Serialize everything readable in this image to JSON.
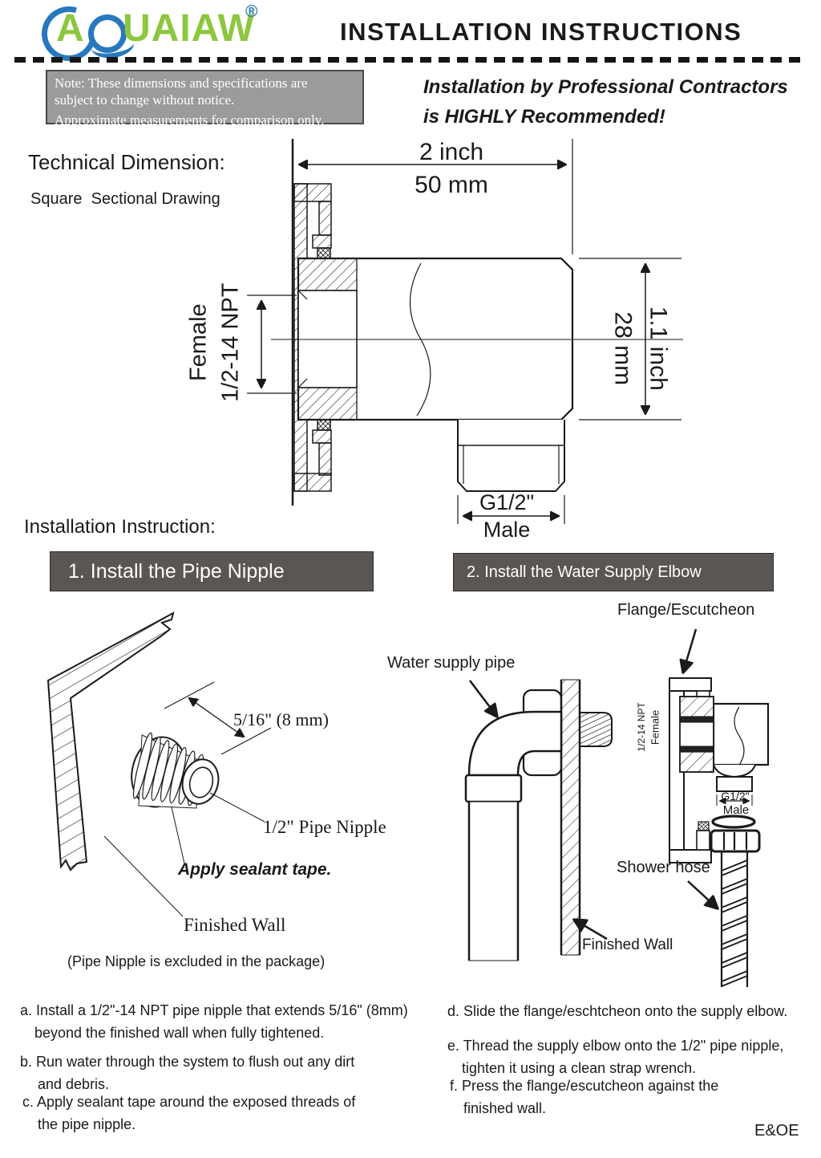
{
  "header": {
    "brand_a": "A",
    "brand_rest": "UAIAW",
    "registered": "®",
    "title": "INSTALLATION INSTRUCTIONS"
  },
  "note": {
    "line1": "Note: These dimensions and specifications are",
    "line2": "subject to change without notice.",
    "line3": "Approximate measurements for comparison only."
  },
  "recommendation": {
    "line1": "Installation by Professional Contractors",
    "line2": "is HIGHLY Recommended!"
  },
  "technical": {
    "heading": "Technical Dimension:",
    "subheading": "Square  Sectional Drawing",
    "dim_width_inch": "2 inch",
    "dim_width_mm": "50 mm",
    "dim_height_inch": "1.1 inch",
    "dim_height_mm": "28 mm",
    "female_label": "Female",
    "female_thread": "1/2-14 NPT",
    "male_size": "G1/2\"",
    "male_label": "Male"
  },
  "instruction": {
    "heading": "Installation Instruction:",
    "step1_title": "1. Install the Pipe Nipple",
    "step2_title": "2. Install the Water Supply Elbow"
  },
  "step1": {
    "dim_label": "5/16\" (8 mm)",
    "nipple_label": "1/2\" Pipe Nipple",
    "sealant_label": "Apply sealant tape.",
    "wall_label": "Finished Wall",
    "exclusion_note": "(Pipe Nipple is excluded in the package)"
  },
  "step2": {
    "flange_label": "Flange/Escutcheon",
    "supply_pipe_label": "Water supply pipe",
    "thread_label_npt": "1/2-14 NPT",
    "thread_label_female": "Female",
    "male_size": "G1/2\"",
    "male_label": "Male",
    "hose_label": "Shower hose",
    "wall_label": "Finished Wall"
  },
  "steps_text": {
    "a1": "a. Install a 1/2\"-14 NPT pipe nipple that extends 5/16\" (8mm)",
    "a2": "beyond the finished wall when fully tightened.",
    "b1": "b. Run water through the system to flush out any dirt",
    "b2": "and debris.",
    "c1": "c. Apply sealant tape around the exposed threads of",
    "c2": "the pipe nipple.",
    "d1": "d. Slide the flange/eschtcheon onto the supply elbow.",
    "e1": "e. Thread the supply elbow onto the 1/2\" pipe nipple,",
    "e2": "tighten it using a clean strap wrench.",
    "f1": "f. Press the flange/escutcheon against the",
    "f2": "finished wall."
  },
  "footer": {
    "eoe": "E&OE"
  },
  "colors": {
    "brand_green": "#8dc63f",
    "brand_blue": "#2878be",
    "note_bg": "#9b9b9b",
    "bar_bg": "#5b5653"
  }
}
